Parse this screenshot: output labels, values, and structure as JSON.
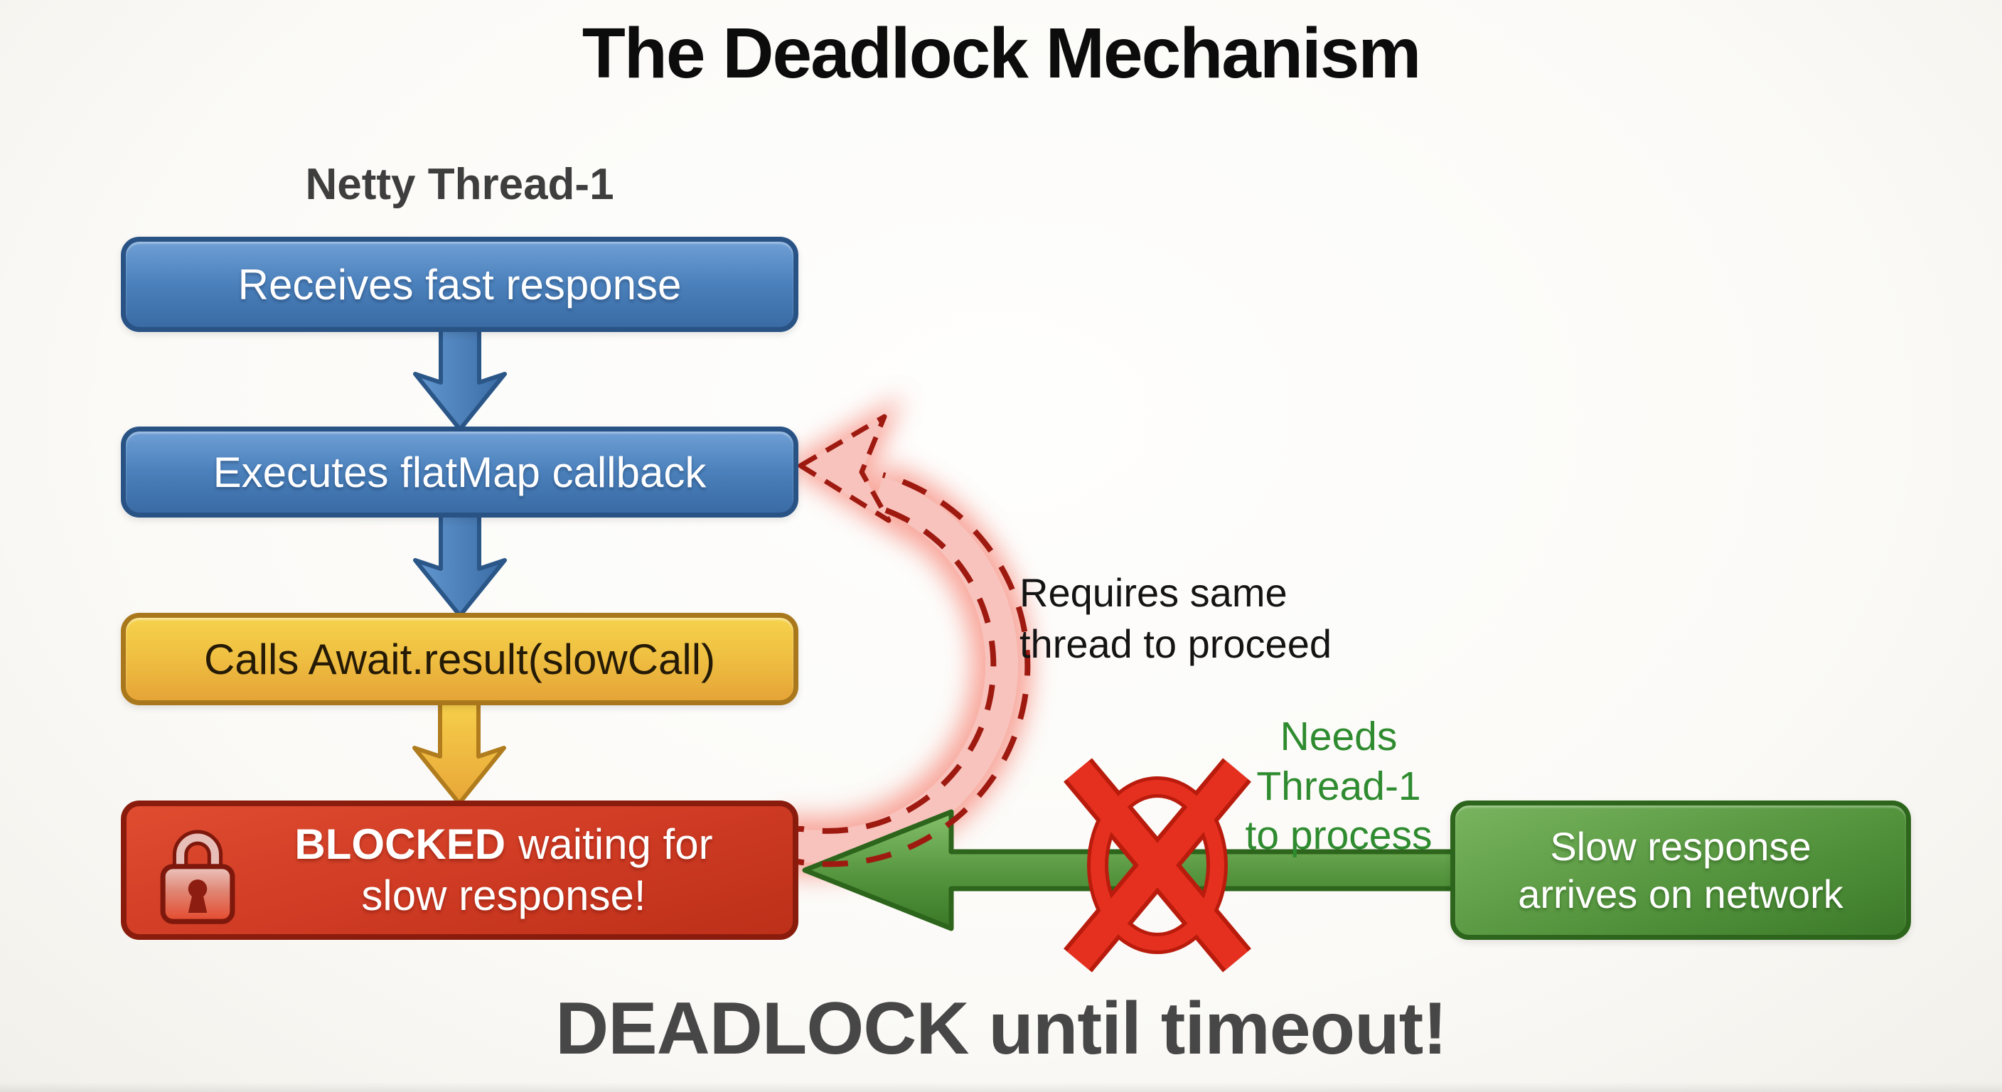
{
  "title": "The Deadlock Mechanism",
  "thread_label": "Netty Thread-1",
  "flow": {
    "step1": "Receives fast response",
    "step2": "Executes flatMap callback",
    "step3": "Calls Await.result(slowCall)",
    "step4": {
      "emphasis": "BLOCKED",
      "rest": "waiting for",
      "line2": "slow response!"
    }
  },
  "loop_label": {
    "line1": "Requires same",
    "line2": "thread to proceed"
  },
  "needs_label": {
    "line1": "Needs",
    "line2": "Thread-1",
    "line3": "to process"
  },
  "network_box": {
    "line1": "Slow response",
    "line2": "arrives on network"
  },
  "footer": "DEADLOCK until timeout!",
  "icons": {
    "lock": "padlock-icon",
    "cross": "crossed-circle-icon",
    "loop_arrow": "dashed-loop-arrow",
    "network_arrow": "green-left-arrow",
    "flow_arrows": "thick-down-arrows"
  },
  "colors": {
    "background": "#faf9f6",
    "title_text": "#0c0c0c",
    "thread_label_text": "#3e3e3e",
    "footer_text": "#474747",
    "box_blue": "#4a80bb",
    "box_blue_border": "#2a5385",
    "box_yellow": "#efbf41",
    "box_yellow_border": "#aa781c",
    "box_red": "#ce3a23",
    "box_red_border": "#8a1c0d",
    "box_green": "#55953e",
    "box_green_border": "#2c651b",
    "arrow_blue": "#4a80bb",
    "arrow_yellow": "#eebd3f",
    "arrow_green": "#55953e",
    "loop_band_pink": "#f8c3bd",
    "loop_dash_red": "#9e1a10",
    "cross_red": "#e5301f",
    "needs_label_green": "#2f8b2f",
    "requires_label_black": "#141414"
  }
}
